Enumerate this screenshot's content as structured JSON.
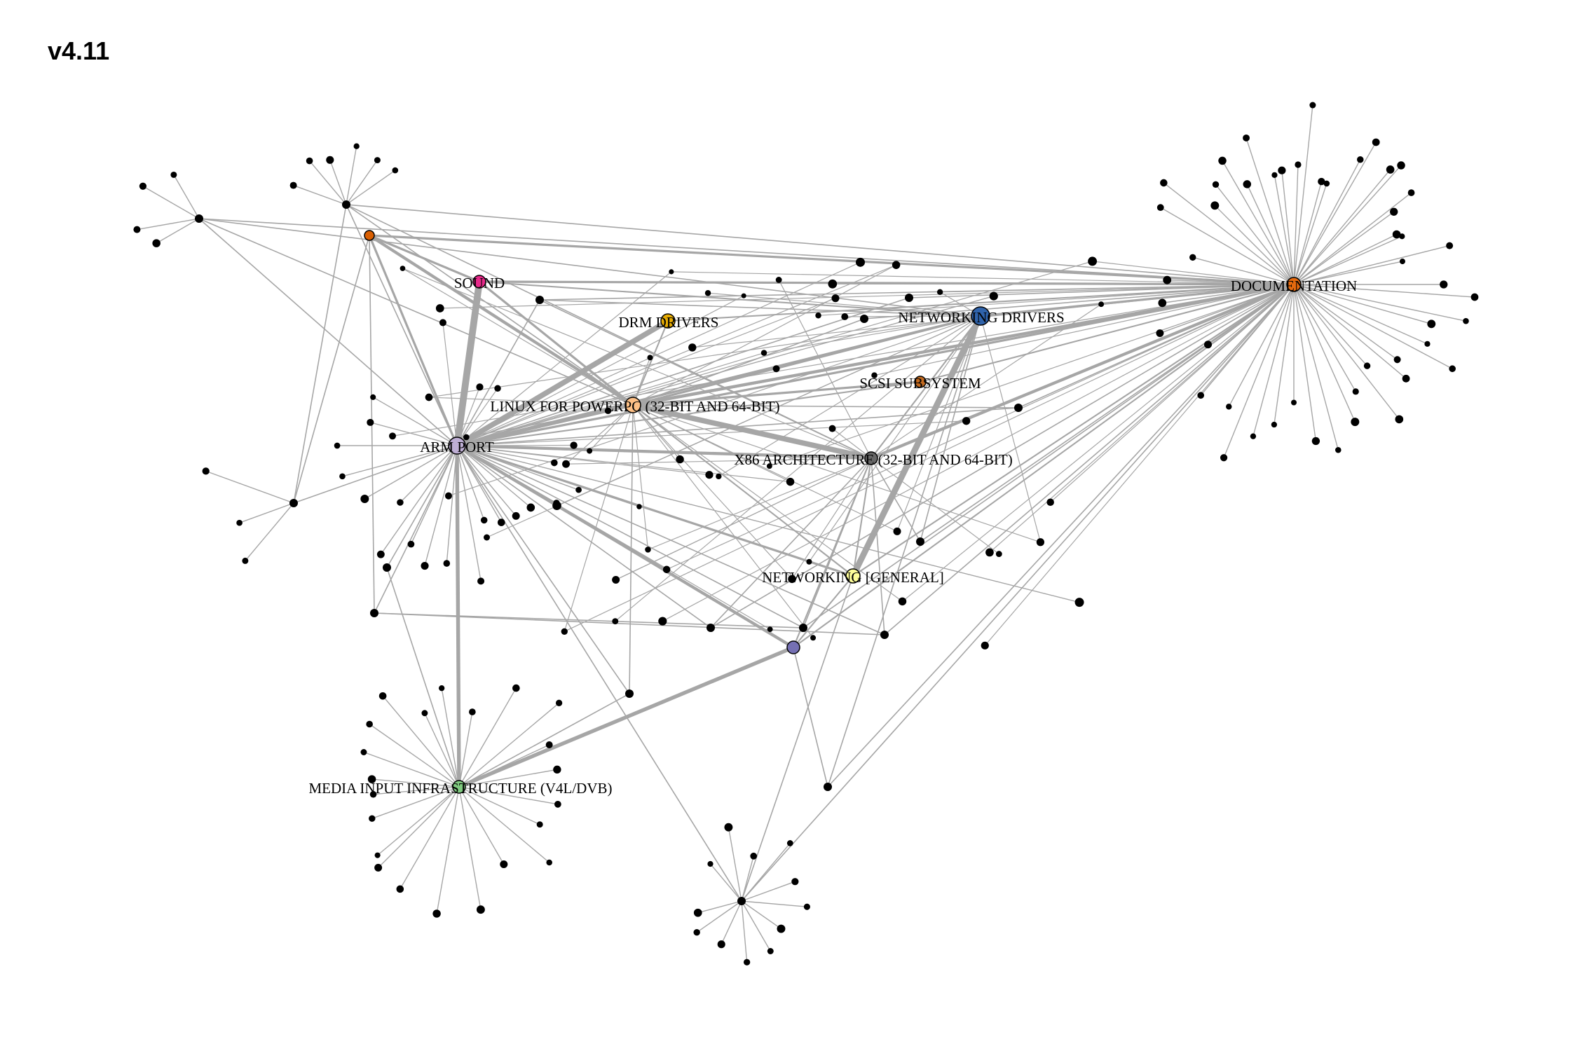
{
  "title": "v4.11",
  "colors": {
    "edge": "#a6a6a6",
    "minor_node": "#000000"
  },
  "nodes": [
    {
      "id": "documentation",
      "label": "DOCUMENTATION",
      "color": "#e66a0e"
    },
    {
      "id": "networking-drivers",
      "label": "NETWORKING DRIVERS",
      "color": "#2f63ab"
    },
    {
      "id": "sound",
      "label": "SOUND",
      "color": "#e7298a"
    },
    {
      "id": "drm-drivers",
      "label": "DRM DRIVERS",
      "color": "#e6ab02"
    },
    {
      "id": "scsi-subsystem",
      "label": "SCSI SUBSYSTEM",
      "color": "#c36a1f"
    },
    {
      "id": "linux-for-powerpc",
      "label": "LINUX FOR POWERPC (32-BIT AND 64-BIT)",
      "color": "#fdc086"
    },
    {
      "id": "arm-port",
      "label": "ARM PORT",
      "color": "#beaed4"
    },
    {
      "id": "x86-architecture",
      "label": "X86 ARCHITECTURE (32-BIT AND 64-BIT)",
      "color": "#666666"
    },
    {
      "id": "networking-general",
      "label": "NETWORKING [GENERAL]",
      "color": "#ffff99"
    },
    {
      "id": "media-input-infrastructure",
      "label": "MEDIA INPUT INFRASTRUCTURE (V4L/DVB)",
      "color": "#7fc97f"
    },
    {
      "id": "unlabeled-purple",
      "label": "",
      "color": "#7570b3"
    },
    {
      "id": "unlabeled-orange",
      "label": "",
      "color": "#d95f02"
    }
  ],
  "edges": [
    {
      "from": "arm-port",
      "to": "linux-for-powerpc",
      "weight": 3
    },
    {
      "from": "arm-port",
      "to": "drm-drivers",
      "weight": 6
    },
    {
      "from": "arm-port",
      "to": "sound",
      "weight": 8
    },
    {
      "from": "arm-port",
      "to": "media-input-infrastructure",
      "weight": 4
    },
    {
      "from": "arm-port",
      "to": "x86-architecture",
      "weight": 3
    },
    {
      "from": "arm-port",
      "to": "documentation",
      "weight": 2
    },
    {
      "from": "arm-port",
      "to": "networking-drivers",
      "weight": 2
    },
    {
      "from": "arm-port",
      "to": "networking-general",
      "weight": 2
    },
    {
      "from": "arm-port",
      "to": "unlabeled-purple",
      "weight": 3
    },
    {
      "from": "arm-port",
      "to": "unlabeled-orange",
      "weight": 2
    },
    {
      "from": "arm-port",
      "to": "scsi-subsystem",
      "weight": 1
    },
    {
      "from": "linux-for-powerpc",
      "to": "x86-architecture",
      "weight": 6
    },
    {
      "from": "linux-for-powerpc",
      "to": "documentation",
      "weight": 3
    },
    {
      "from": "linux-for-powerpc",
      "to": "networking-drivers",
      "weight": 2
    },
    {
      "from": "linux-for-powerpc",
      "to": "sound",
      "weight": 2
    },
    {
      "from": "linux-for-powerpc",
      "to": "unlabeled-orange",
      "weight": 3
    },
    {
      "from": "linux-for-powerpc",
      "to": "networking-general",
      "weight": 1
    },
    {
      "from": "linux-for-powerpc",
      "to": "scsi-subsystem",
      "weight": 2
    },
    {
      "from": "x86-architecture",
      "to": "documentation",
      "weight": 3
    },
    {
      "from": "x86-architecture",
      "to": "networking-general",
      "weight": 1
    },
    {
      "from": "x86-architecture",
      "to": "networking-drivers",
      "weight": 1
    },
    {
      "from": "x86-architecture",
      "to": "unlabeled-purple",
      "weight": 1
    },
    {
      "from": "networking-drivers",
      "to": "networking-general",
      "weight": 7
    },
    {
      "from": "networking-drivers",
      "to": "documentation",
      "weight": 2
    },
    {
      "from": "networking-drivers",
      "to": "sound",
      "weight": 1
    },
    {
      "from": "documentation",
      "to": "unlabeled-orange",
      "weight": 2
    },
    {
      "from": "documentation",
      "to": "sound",
      "weight": 2
    },
    {
      "from": "documentation",
      "to": "drm-drivers",
      "weight": 1
    },
    {
      "from": "documentation",
      "to": "scsi-subsystem",
      "weight": 1
    },
    {
      "from": "documentation",
      "to": "networking-general",
      "weight": 1
    },
    {
      "from": "documentation",
      "to": "unlabeled-purple",
      "weight": 1
    },
    {
      "from": "media-input-infrastructure",
      "to": "unlabeled-purple",
      "weight": 4
    },
    {
      "from": "unlabeled-purple",
      "to": "networking-general",
      "weight": 1
    },
    {
      "from": "drm-drivers",
      "to": "linux-for-powerpc",
      "weight": 1
    },
    {
      "from": "sound",
      "to": "unlabeled-orange",
      "weight": 2
    }
  ]
}
